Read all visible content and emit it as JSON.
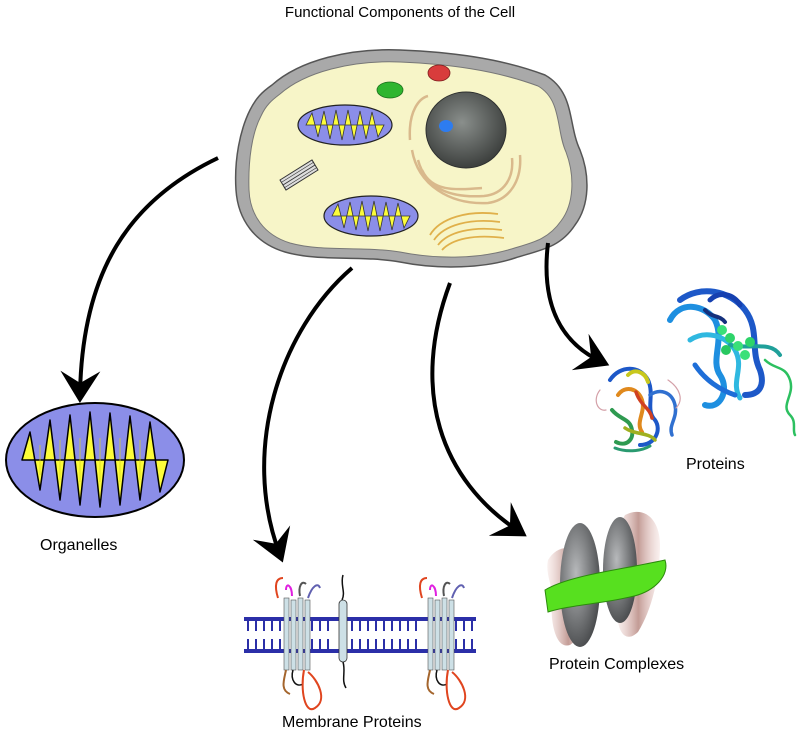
{
  "title": "Functional Components of the Cell",
  "labels": {
    "organelles": "Organelles",
    "membrane_proteins": "Membrane Proteins",
    "protein_complexes": "Protein Complexes",
    "proteins": "Proteins"
  },
  "colors": {
    "cytoplasm": "#f7f5c8",
    "cell_wall": "#9a9a9a",
    "mitochondrion_outer": "#8b8ee8",
    "mitochondrion_inner": "#fcfc3a",
    "nucleus": "#5a5f5c",
    "nucleolus": "#2d7cf0",
    "er_golgi": "#d9b98c",
    "green_vesicle": "#2fb52f",
    "red_vesicle": "#d83c3c",
    "membrane": "#2b2fa8",
    "complex_green": "#57e01f",
    "complex_grey": "#6d6f71",
    "complex_pink": "#c89e98"
  }
}
